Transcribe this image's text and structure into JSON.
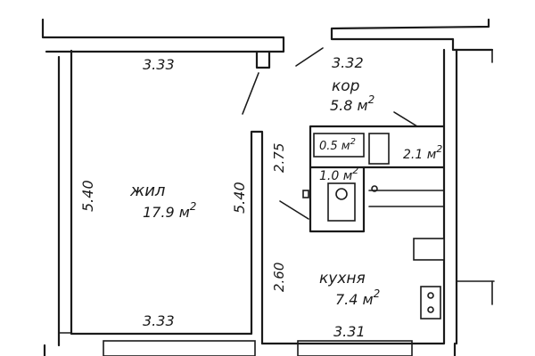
{
  "rooms": {
    "living": {
      "name": "жил",
      "area": "17.9 м",
      "sup": "2"
    },
    "corridor": {
      "name": "кор",
      "area": "5.8 м",
      "sup": "2"
    },
    "closet": {
      "area": "0.5 м",
      "sup": "2"
    },
    "bath": {
      "area": "2.1 м",
      "sup": "2"
    },
    "wc": {
      "area": "1.0 м",
      "sup": "2"
    },
    "kitchen": {
      "name": "кухня",
      "area": "7.4 м",
      "sup": "2"
    }
  },
  "dimensions": {
    "living_top": "3.33",
    "living_bottom": "3.33",
    "living_left": "5.40",
    "living_right": "5.40",
    "corridor_top": "3.32",
    "kitchen_bottom": "3.31",
    "corridor_side": "2.75",
    "kitchen_side": "2.60"
  },
  "colors": {
    "ink": "#1a1a1a",
    "paper": "#ffffff"
  }
}
